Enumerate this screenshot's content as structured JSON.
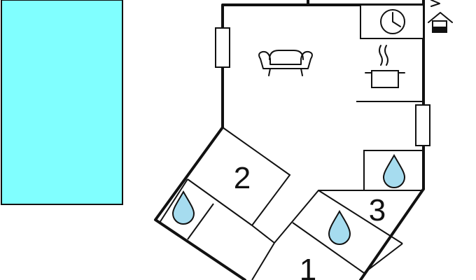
{
  "colors": {
    "pool": "#80ffff",
    "water_drop": "#a6dcef",
    "wall": "#111111",
    "background": "#ffffff"
  },
  "rooms": [
    {
      "number": "1"
    },
    {
      "number": "2"
    },
    {
      "number": "3"
    }
  ],
  "icons": [
    "pool",
    "sofa-icon",
    "cooking-pot-icon",
    "clock-icon",
    "boiler-icon",
    "water-drop-icon",
    "window-icon"
  ]
}
